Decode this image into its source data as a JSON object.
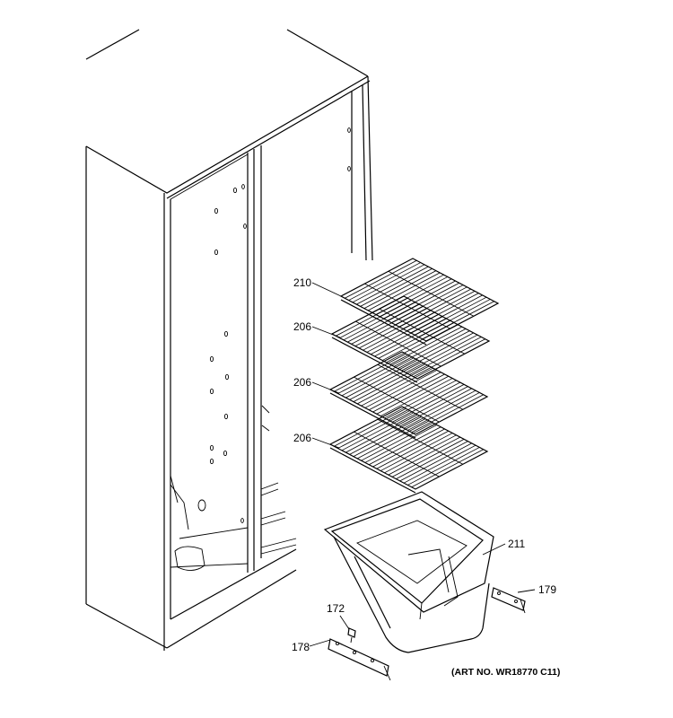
{
  "diagram": {
    "part_labels": {
      "shelf_top": "210",
      "shelf_2": "206",
      "shelf_3": "206",
      "shelf_4": "206",
      "bin": "211",
      "bracket_right": "179",
      "screw": "172",
      "bracket_left": "178"
    },
    "art_number": "(ART NO. WR18770 C11)"
  }
}
